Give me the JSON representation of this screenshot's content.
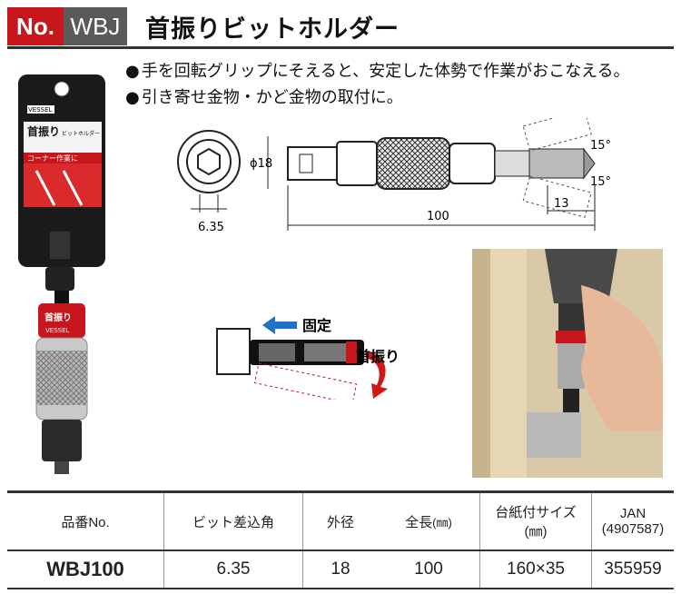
{
  "header": {
    "no": "No.",
    "code": "WBJ",
    "title": "首振りビットホルダー"
  },
  "features": [
    "手を回転グリップにそえると、安定した体勢で作業がおこなえる。",
    "引き寄せ金物・かど金物の取付に。"
  ],
  "package": {
    "brand": "VESSEL",
    "label": "首振り",
    "sub": "ビットホルダー",
    "corner": "コーナー作業に",
    "collar": "首振り",
    "collar_code": "VESSEL"
  },
  "diagram": {
    "diameter": "ϕ18",
    "hex": "6.35",
    "length": "100",
    "tip": "13",
    "angle_top": "15°",
    "angle_bottom": "15°"
  },
  "motion": {
    "fixed": "固定",
    "swing": "首振り"
  },
  "table": {
    "headers": {
      "model": "品番No.",
      "bit": "ビット差込角",
      "outer": "外径",
      "length": "全長",
      "unit": "(㎜)",
      "card_1": "台紙付サイズ",
      "card_2": "(㎜)",
      "jan_1": "JAN",
      "jan_2": "(4907587)"
    },
    "row": {
      "model": "WBJ100",
      "bit": "6.35",
      "outer": "18",
      "length": "100",
      "card": "160×35",
      "jan": "355959"
    }
  },
  "colors": {
    "accent": "#c8161d",
    "badge_gray": "#5a5a5a",
    "arrow_blue": "#1e73c8"
  }
}
